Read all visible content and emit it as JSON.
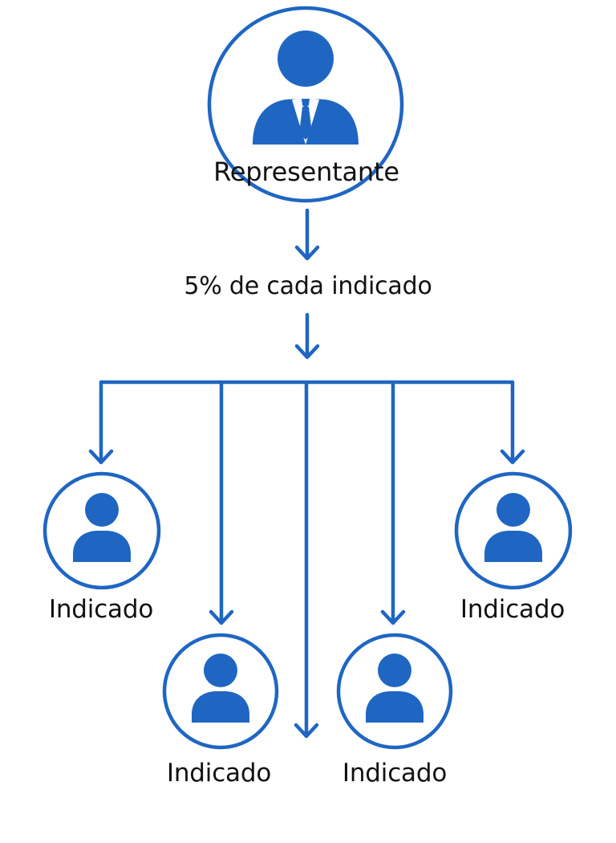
{
  "representative": {
    "label": "Representante",
    "icon": "businessman-icon"
  },
  "rule_text": "5% de cada indicado",
  "referrals": [
    {
      "label": "Indicado",
      "icon": "person-icon"
    },
    {
      "label": "Indicado",
      "icon": "person-icon"
    },
    {
      "label": "Indicado",
      "icon": "person-icon"
    },
    {
      "label": "Indicado",
      "icon": "person-icon"
    }
  ],
  "colors": {
    "primary_blue": "#1f66c2",
    "text": "#111111",
    "background": "#ffffff"
  }
}
